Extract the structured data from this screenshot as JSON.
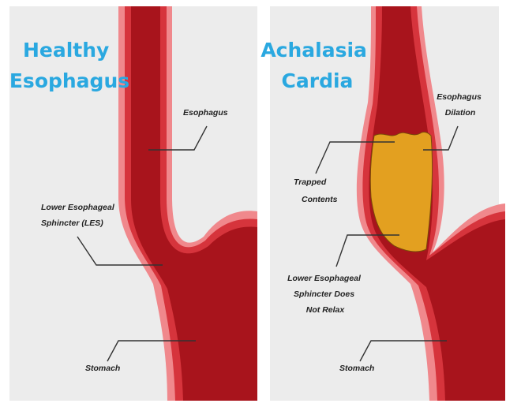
{
  "panels": [
    {
      "title_lines": [
        "Healthy",
        "Esophagus"
      ],
      "labels": {
        "esophagus": "Esophagus",
        "les_line1": "Lower Esophageal",
        "les_line2": "Sphincter (LES)",
        "stomach": "Stomach"
      }
    },
    {
      "title_lines": [
        "Achalasia",
        "Cardia"
      ],
      "labels": {
        "dilation_line1": "Esophagus",
        "dilation_line2": "Dilation",
        "trapped_line1": "Trapped",
        "trapped_line2": "Contents",
        "les_line1": "Lower Esophageal",
        "les_line2": "Sphincter Does",
        "les_line3": "Not Relax",
        "stomach": "Stomach"
      }
    }
  ],
  "colors": {
    "background": "#ececec",
    "title": "#2aa8e0",
    "outer_wall": "#f0888c",
    "mid_wall": "#d6343c",
    "lumen": "#a8141c",
    "trapped_contents": "#e3a020"
  }
}
